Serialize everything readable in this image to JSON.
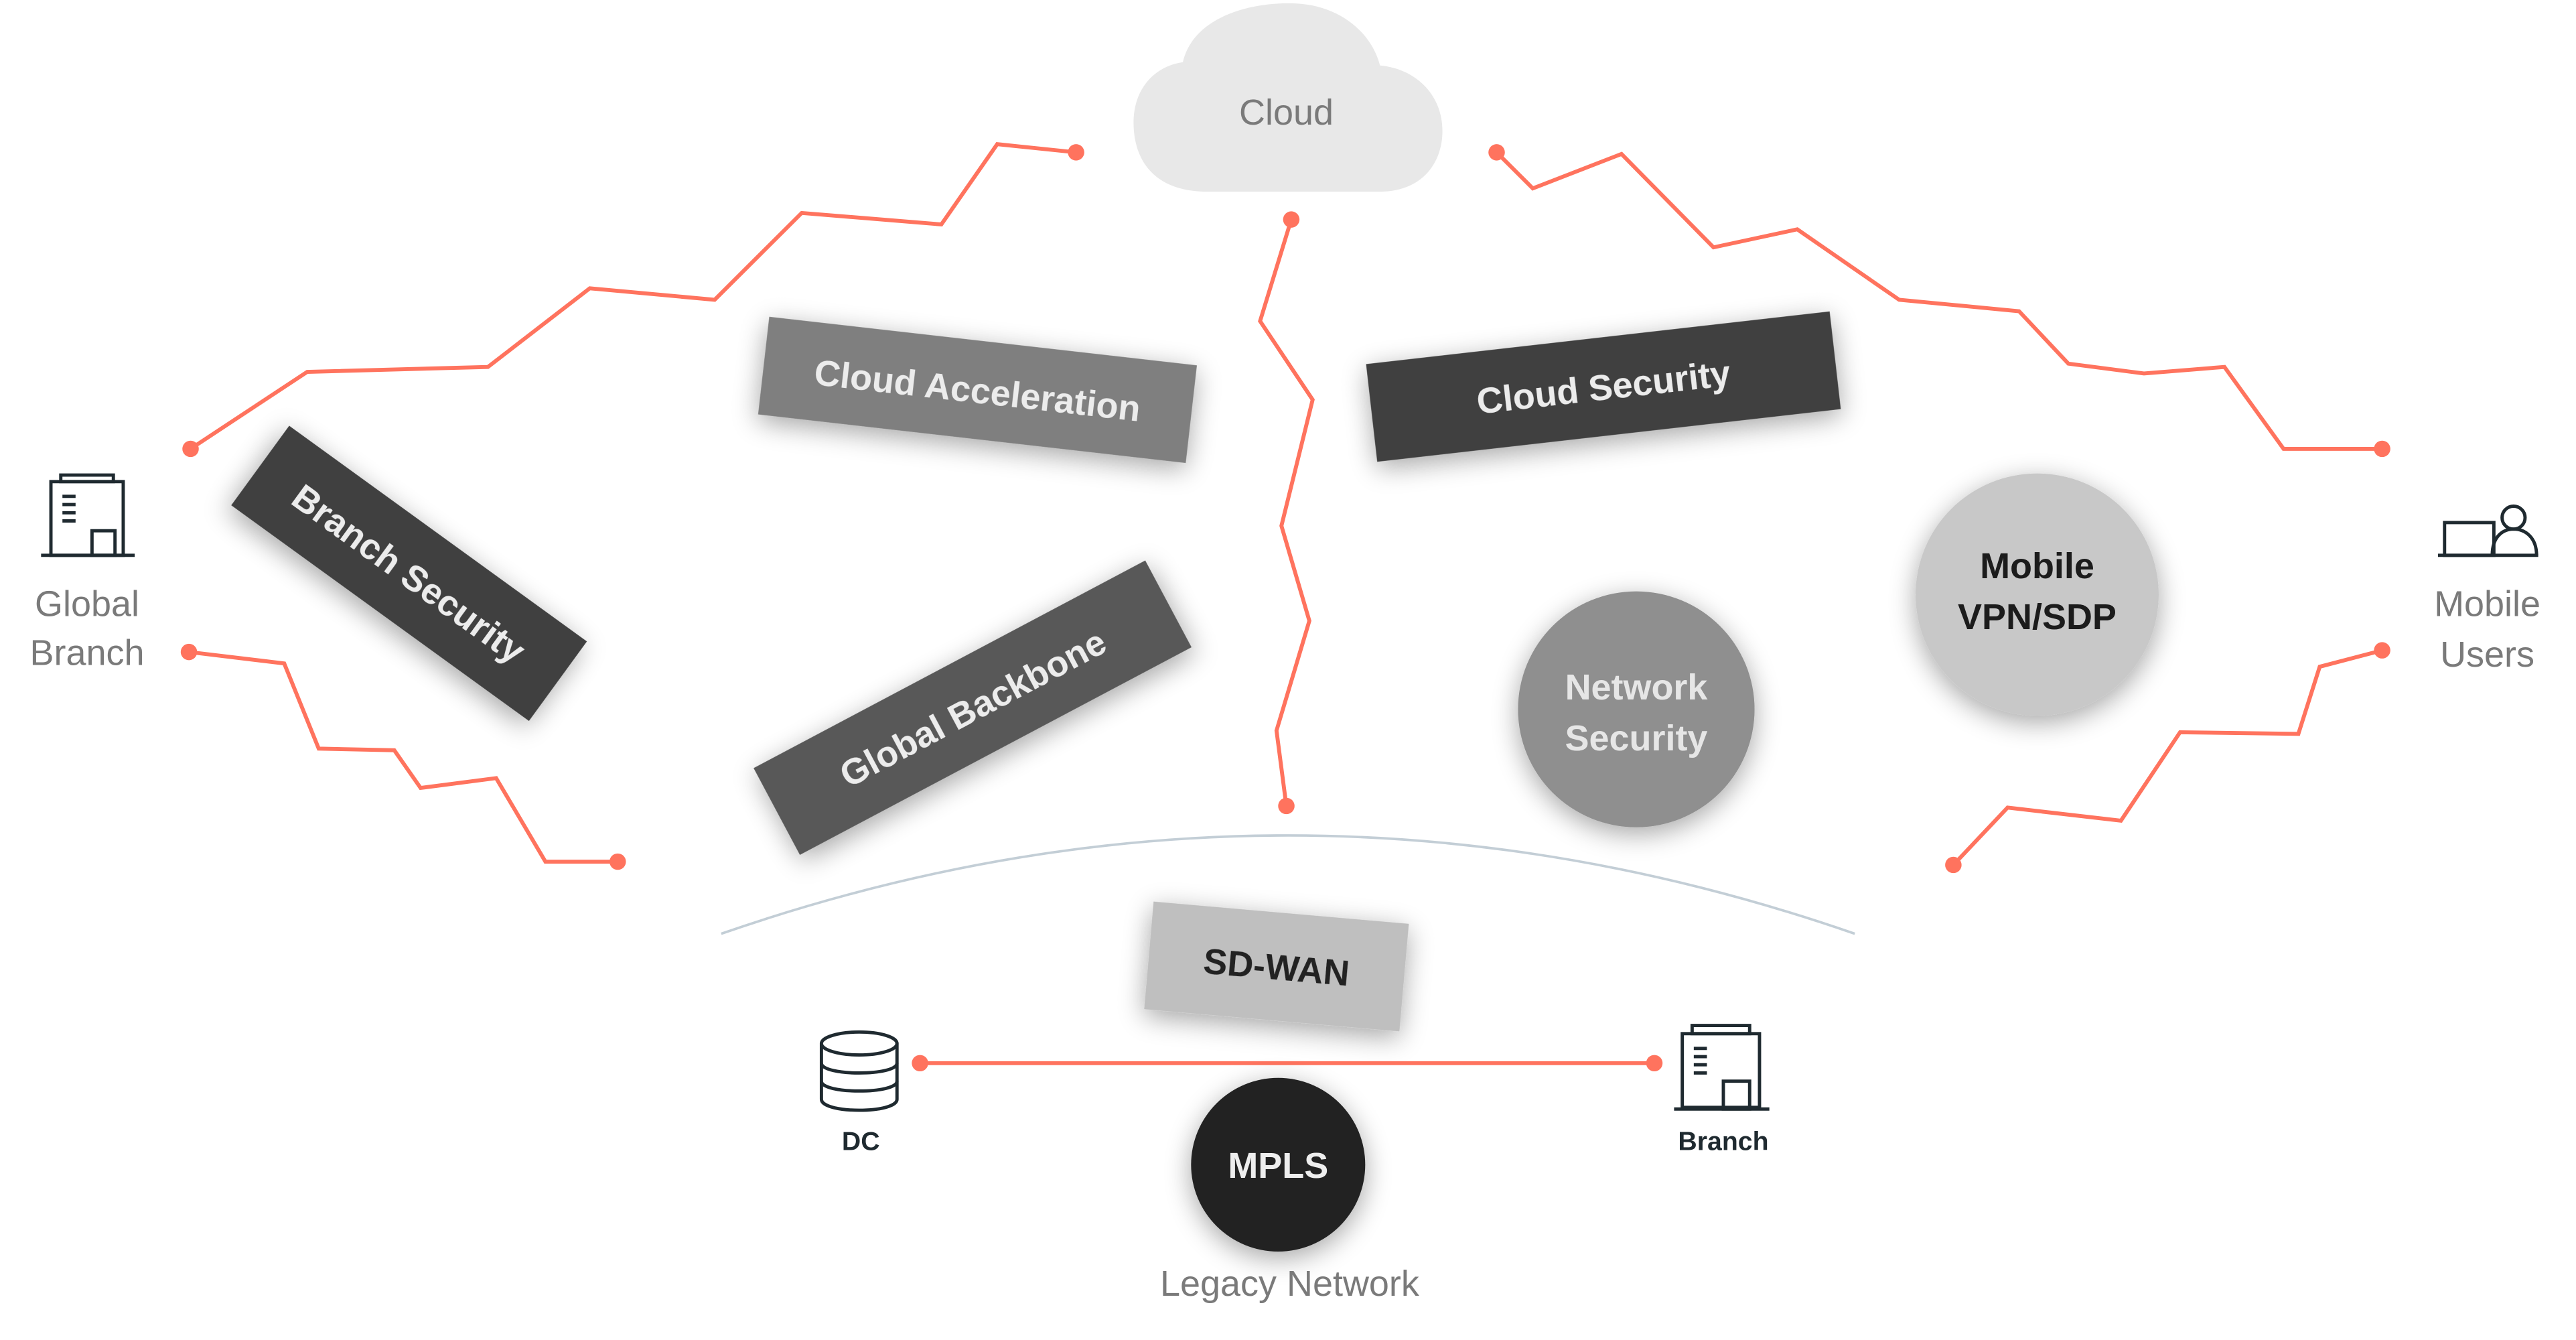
{
  "diagram": {
    "cloud": {
      "label": "Cloud"
    },
    "endpoints": {
      "global_branch": {
        "label_line1": "Global",
        "label_line2": "Branch",
        "icon": "building-icon"
      },
      "mobile_users": {
        "label_line1": "Mobile",
        "label_line2": "Users",
        "icon": "laptop-user-icon"
      }
    },
    "service_boxes": [
      {
        "id": "cloud-acceleration",
        "label": "Cloud Acceleration",
        "color": "#7f7f7f"
      },
      {
        "id": "cloud-security",
        "label": "Cloud Security",
        "color": "#404040"
      },
      {
        "id": "branch-security",
        "label": "Branch Security",
        "color": "#404040"
      },
      {
        "id": "global-backbone",
        "label": "Global Backbone",
        "color": "#595959"
      },
      {
        "id": "sd-wan",
        "label": "SD-WAN",
        "color": "#bfbfbf"
      }
    ],
    "service_circles": [
      {
        "id": "mobile-vpn-sdp",
        "label_line1": "Mobile",
        "label_line2": "VPN/SDP",
        "color": "#c8c8c8"
      },
      {
        "id": "network-security",
        "label_line1": "Network",
        "label_line2": "Security",
        "color": "#8f8f8f"
      },
      {
        "id": "mpls",
        "label": "MPLS",
        "color": "#222222"
      }
    ],
    "legacy": {
      "title": "Legacy Network",
      "dc_label": "DC",
      "branch_label": "Branch"
    },
    "colors": {
      "link": "#ff735e",
      "arc": "#c3ced6",
      "icon_stroke": "#1f2a30",
      "muted_text": "#7a7a7a"
    }
  }
}
